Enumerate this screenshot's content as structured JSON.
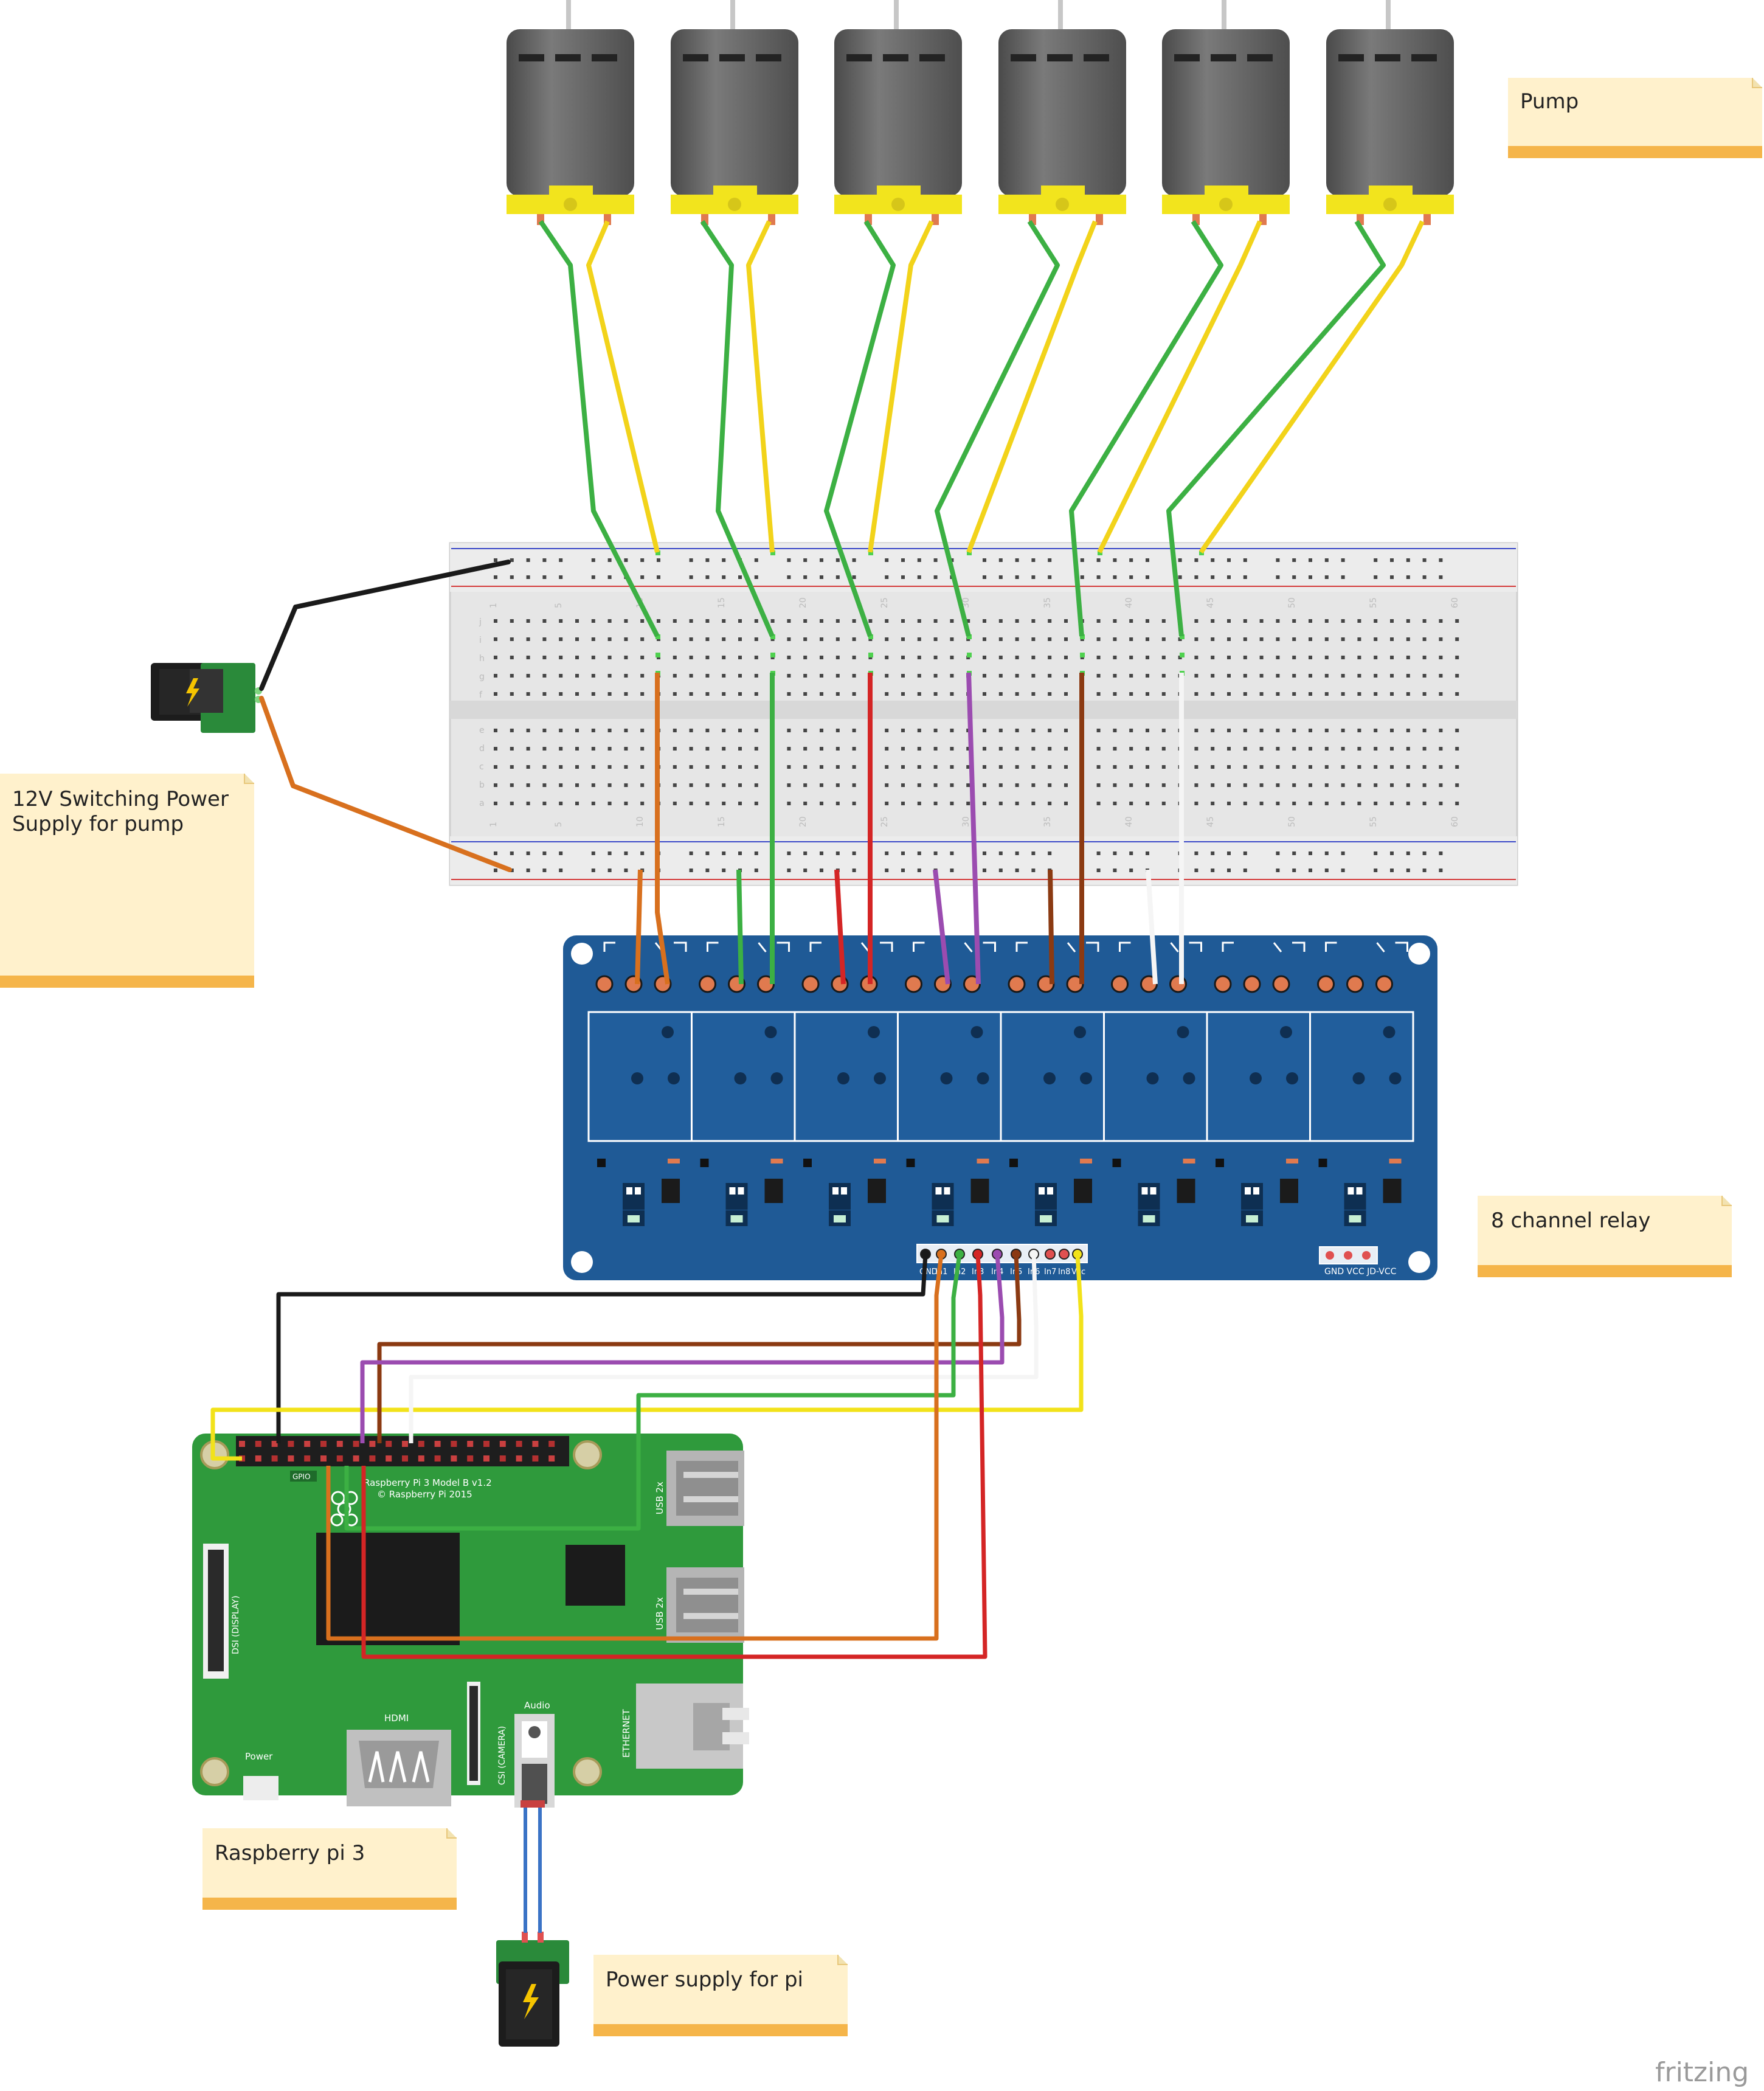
{
  "notes": {
    "pump": "Pump",
    "power_pump_line1": "12V Switching Power",
    "power_pump_line2": "Supply for pump",
    "relay": "8 channel relay",
    "pi": "Raspberry pi 3",
    "pi_power": "Power supply for pi"
  },
  "pi_board": {
    "model_line1": "Raspberry Pi 3 Model B v1.2",
    "model_line2": "© Raspberry Pi 2015",
    "gpio": "GPIO",
    "usb": "USB 2x",
    "dsi": "DSI (DISPLAY)",
    "csi": "CSI (CAMERA)",
    "hdmi": "HDMI",
    "audio": "Audio",
    "ethernet": "ETHERNET",
    "power": "Power"
  },
  "relay_board": {
    "input_labels": [
      "GND",
      "In1",
      "In2",
      "In3",
      "In4",
      "In5",
      "In6",
      "In7",
      "In8",
      "Vcc"
    ],
    "power_header": "GND VCC JD-VCC"
  },
  "breadboard": {
    "row_letters_top": [
      "j",
      "i",
      "h",
      "g",
      "f"
    ],
    "row_letters_bottom": [
      "e",
      "d",
      "c",
      "b",
      "a"
    ],
    "column_numbers": [
      "1",
      "5",
      "10",
      "15",
      "20",
      "25",
      "30",
      "35",
      "40",
      "45",
      "50",
      "55",
      "60"
    ]
  },
  "footer": {
    "brand": "fritzing"
  },
  "colors": {
    "relay_board": "#1f5a96",
    "pi_board": "#2f9a3c",
    "breadboard": "#e6e6e6",
    "note": "#fff1cc",
    "note_border": "#f5b54a",
    "pump_body": "#5d5d5d",
    "pump_cap": "#f2e41d"
  },
  "wires": {
    "pump_left": [
      "green",
      "green",
      "green",
      "green",
      "green",
      "green"
    ],
    "pump_right": [
      "yellow",
      "yellow",
      "yellow",
      "yellow",
      "yellow",
      "yellow"
    ],
    "breadboard_to_relay_common": [
      "orange",
      "green",
      "red",
      "purple",
      "brown",
      "white"
    ],
    "relay_inputs": [
      "black",
      "orange",
      "green",
      "red",
      "purple",
      "brown",
      "white",
      "yellow"
    ]
  }
}
